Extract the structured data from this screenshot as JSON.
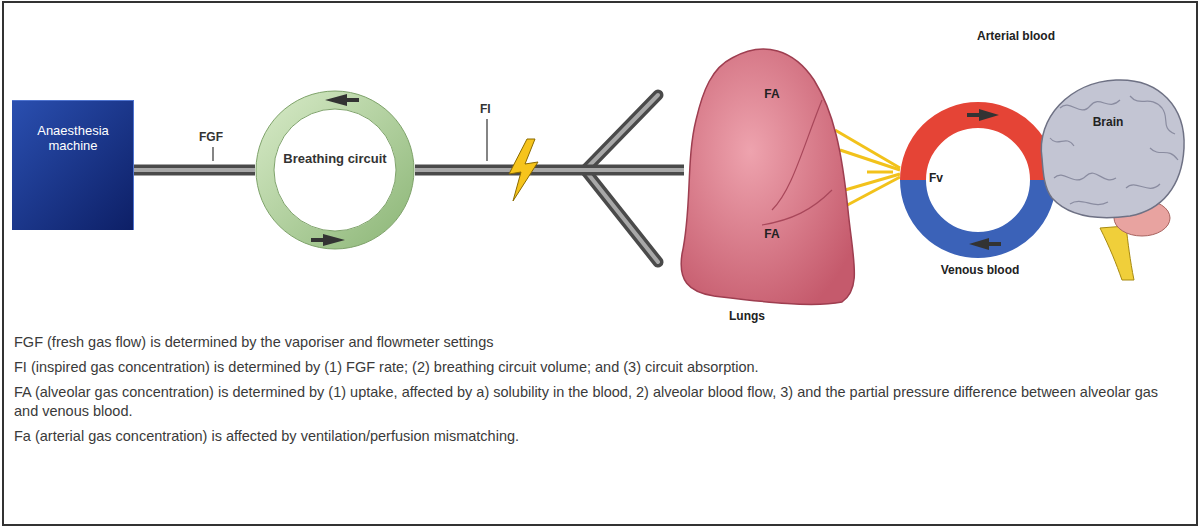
{
  "diagram": {
    "nodes": [
      {
        "text": [
          "Anaesthesia machine"
        ]
      },
      {
        "text": [
          "Breathing circuit"
        ]
      },
      {
        "text": [
          "FA",
          "FA",
          "Lungs"
        ]
      },
      {
        "text": [
          "Arterial blood",
          "Fv",
          "Venous blood"
        ]
      },
      {
        "text": [
          "Brain"
        ]
      }
    ],
    "edges": [
      {
        "from": 0,
        "to": 1,
        "label": "FGF",
        "arrow": "none"
      },
      {
        "from": 1,
        "to": 2,
        "label": "FI",
        "arrow": "none"
      },
      {
        "from": 2,
        "to": 3,
        "arrow": "none"
      }
    ],
    "labels": [
      "FGF (fresh gas flow) is determined by the vaporiser and flowmeter settings",
      "FI (inspired gas concentration) is determined by (1) FGF rate; (2) breathing circuit volume; and (3) circuit absorption.",
      "FA (alveolar gas concentration) is determined by (1) uptake, affected by a) solubility in the blood, 2) alveolar blood flow, 3) and the partial pressure difference between alveolar gas and venous blood.",
      "Fa (arterial gas concentration) is affected by ventilation/perfusion mismatching."
    ]
  }
}
